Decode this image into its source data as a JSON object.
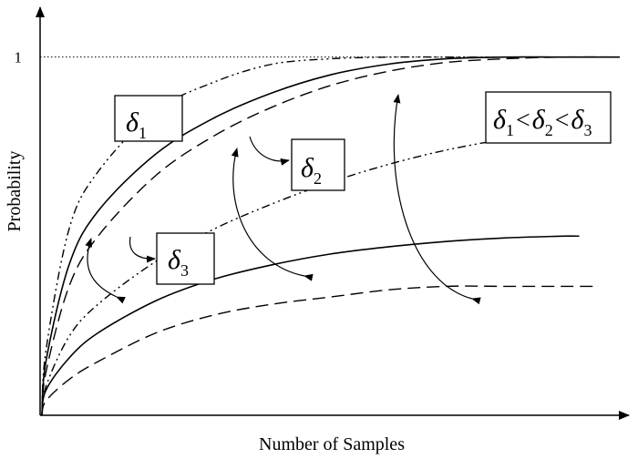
{
  "chart_data": {
    "type": "line",
    "title": "",
    "xlabel": "Number of Samples",
    "ylabel": "Probability",
    "xlim": [
      0,
      100
    ],
    "ylim": [
      0,
      1.05
    ],
    "y_ticks": [
      {
        "value": 1,
        "label": "1"
      }
    ],
    "reference_line": {
      "y": 1,
      "style": "dotted"
    },
    "grid": false,
    "series": [
      {
        "group": "delta1",
        "style": "dashdotdot",
        "x": [
          1,
          5,
          10,
          20,
          30,
          40,
          50,
          60,
          70,
          80,
          90,
          100
        ],
        "y": [
          0.18,
          0.52,
          0.68,
          0.85,
          0.93,
          0.98,
          0.995,
          1,
          1,
          1,
          1,
          1
        ]
      },
      {
        "group": "delta1",
        "style": "solid",
        "x": [
          1,
          5,
          10,
          20,
          30,
          40,
          50,
          60,
          70,
          80,
          90,
          100
        ],
        "y": [
          0.15,
          0.42,
          0.57,
          0.73,
          0.83,
          0.9,
          0.95,
          0.98,
          0.995,
          1,
          1,
          1
        ]
      },
      {
        "group": "delta1",
        "style": "dashed",
        "x": [
          1,
          5,
          10,
          20,
          30,
          40,
          50,
          60,
          70,
          80,
          90,
          100
        ],
        "y": [
          0.12,
          0.36,
          0.5,
          0.67,
          0.78,
          0.86,
          0.92,
          0.96,
          0.985,
          0.995,
          1,
          1
        ]
      },
      {
        "group": "delta2",
        "style": "dashdotdot",
        "x": [
          1,
          5,
          10,
          20,
          30,
          40,
          50,
          60,
          70,
          80,
          90,
          93
        ],
        "y": [
          0.08,
          0.22,
          0.31,
          0.43,
          0.52,
          0.59,
          0.65,
          0.7,
          0.74,
          0.77,
          0.79,
          0.8
        ]
      },
      {
        "group": "delta2",
        "style": "solid",
        "x": [
          1,
          5,
          10,
          20,
          30,
          40,
          50,
          60,
          70,
          80,
          90,
          93
        ],
        "y": [
          0.07,
          0.16,
          0.23,
          0.32,
          0.38,
          0.42,
          0.45,
          0.47,
          0.485,
          0.495,
          0.5,
          0.5
        ]
      },
      {
        "group": "delta2",
        "style": "dashed",
        "x": [
          1,
          5,
          10,
          20,
          30,
          40,
          50,
          60,
          70,
          80,
          90,
          96
        ],
        "y": [
          0.04,
          0.1,
          0.15,
          0.23,
          0.28,
          0.31,
          0.33,
          0.35,
          0.36,
          0.36,
          0.36,
          0.36
        ]
      }
    ],
    "annotations": [
      {
        "text_main": "δ",
        "subscript": "1"
      },
      {
        "text_main": "δ",
        "subscript": "2"
      },
      {
        "text_main": "δ",
        "subscript": "3"
      },
      {
        "relation_symbol": "δ",
        "subscripts": [
          "1",
          "2",
          "3"
        ],
        "operator": "<"
      }
    ]
  }
}
